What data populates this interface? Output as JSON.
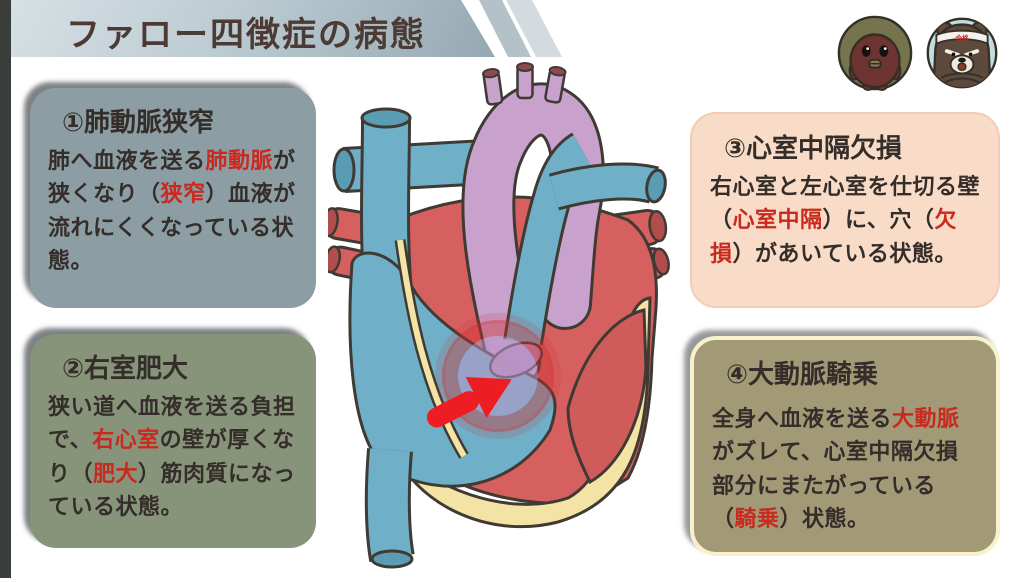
{
  "page": {
    "title": "ファロー四徴症の病態"
  },
  "mascots": {
    "left_icon": "mole-character-icon",
    "right_icon": "bear-character-headband-icon"
  },
  "cards": [
    {
      "id": "pulmonary-stenosis",
      "title": "①肺動脈狭窄",
      "bg": "#8c9da3",
      "segments": [
        {
          "t": "肺へ血液を送る",
          "red": false
        },
        {
          "t": "肺動脈",
          "red": true
        },
        {
          "t": "が狭くなり（",
          "red": false
        },
        {
          "t": "狭窄",
          "red": true
        },
        {
          "t": "）血液が流れにくくなっている状態。",
          "red": false
        }
      ]
    },
    {
      "id": "right-ventricular-hypertrophy",
      "title": "②右室肥大",
      "bg": "#87947a",
      "segments": [
        {
          "t": "狭い道へ血液を送る負担で、",
          "red": false
        },
        {
          "t": "右心室",
          "red": true
        },
        {
          "t": "の壁が厚くなり（",
          "red": false
        },
        {
          "t": "肥大",
          "red": true
        },
        {
          "t": "）筋肉質になっている状態。",
          "red": false
        }
      ]
    },
    {
      "id": "ventricular-septal-defect",
      "title": "③心室中隔欠損",
      "bg": "#f8dcc7",
      "segments": [
        {
          "t": "右心室と左心室を仕切る壁（",
          "red": false
        },
        {
          "t": "心室中隔",
          "red": true
        },
        {
          "t": "）に、穴（",
          "red": false
        },
        {
          "t": "欠損",
          "red": true
        },
        {
          "t": "）があいている状態。",
          "red": false
        }
      ]
    },
    {
      "id": "overriding-aorta",
      "title": "④大動脈騎乗",
      "bg": "#a29a77",
      "segments": [
        {
          "t": "全身へ血液を送る",
          "red": false
        },
        {
          "t": "大動脈",
          "red": true
        },
        {
          "t": "がズレて、心室中隔欠損部分にまたがっている（",
          "red": false
        },
        {
          "t": "騎乗",
          "red": true
        },
        {
          "t": "）状態。",
          "red": false
        }
      ]
    }
  ],
  "diagram": {
    "name": "tetralogy-of-fallot-heart-illustration",
    "parts": [
      "aorta",
      "aortic-arch-branches",
      "pulmonary-artery",
      "superior-vena-cava",
      "inferior-vena-cava",
      "right-atrium",
      "left-atrium",
      "pulmonary-veins",
      "right-ventricle",
      "left-ventricle",
      "myocardium-wall",
      "vsd-highlight-ring",
      "red-arrow"
    ]
  },
  "colors": {
    "accent_red_text": "#c9291e",
    "dark_text": "#342d29",
    "title_text": "#4c3a34",
    "vessel_blue": "#6fb0c8",
    "aorta_purple": "#c8a2cd",
    "blood_red": "#d66060",
    "wall_cream": "#f3e4a6",
    "arrow_red": "#ee1d23"
  }
}
